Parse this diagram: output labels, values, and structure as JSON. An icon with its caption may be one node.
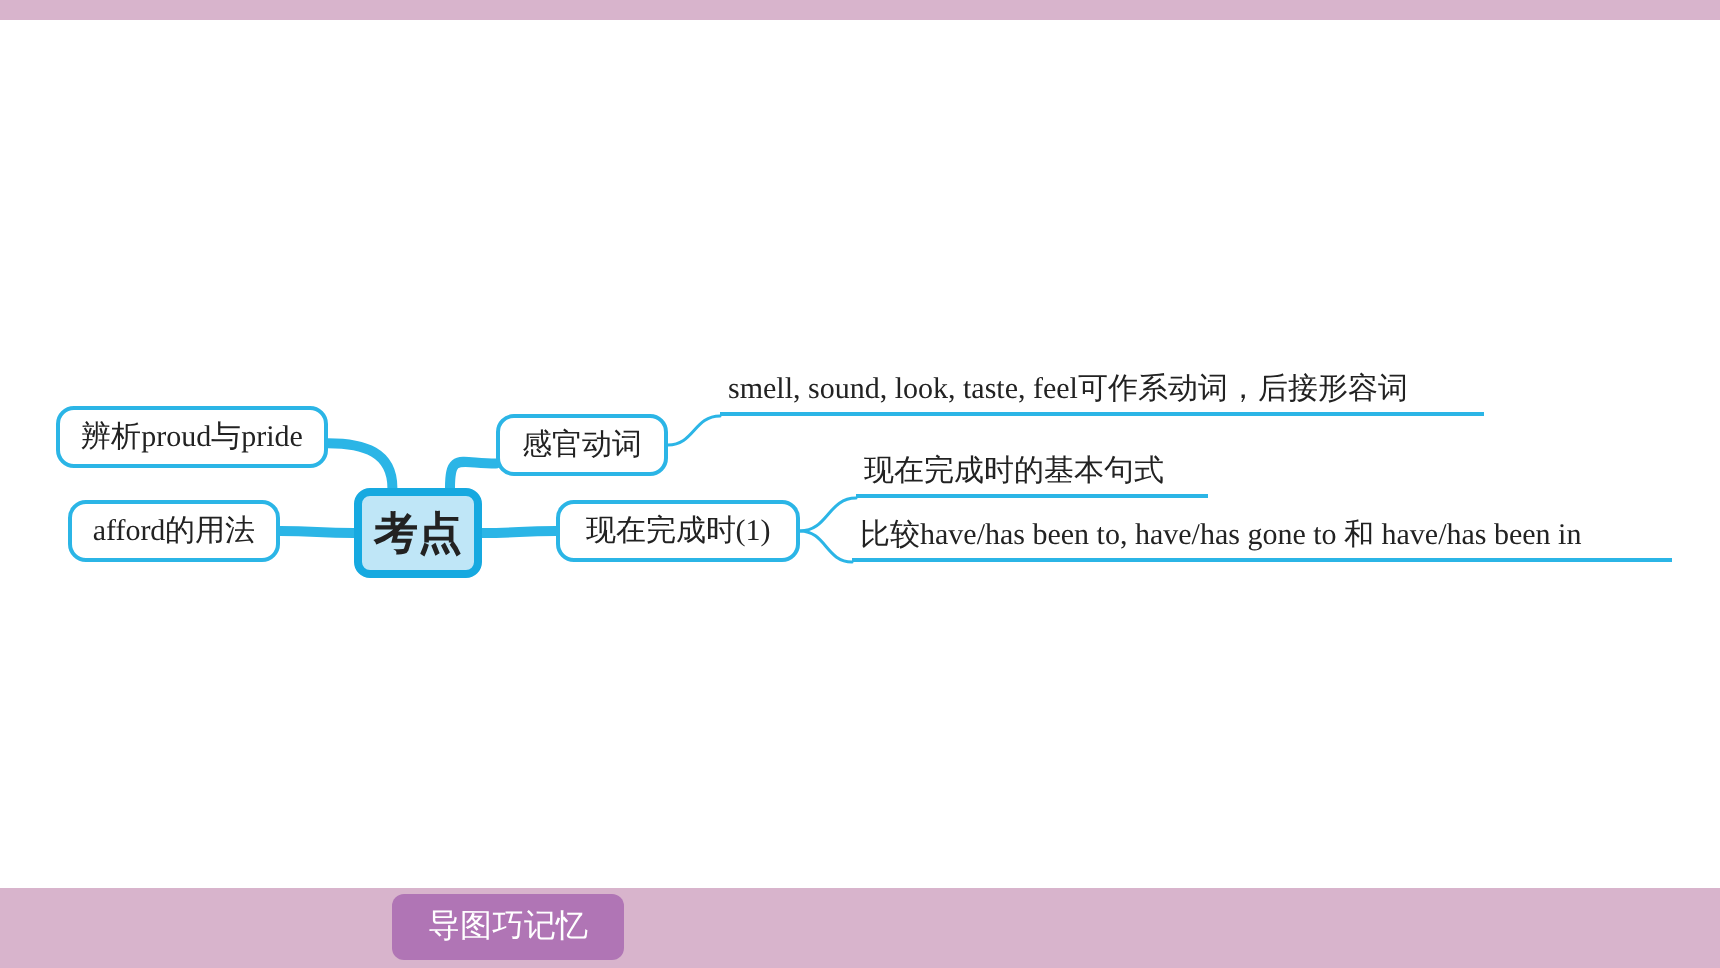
{
  "diagram": {
    "nodes": [
      {
        "text": [
          "考点"
        ]
      },
      {
        "text": [
          "辨析proud与pride"
        ]
      },
      {
        "text": [
          "afford的用法"
        ]
      },
      {
        "text": [
          "感官动词"
        ]
      },
      {
        "text": [
          "现在完成时(1)"
        ]
      },
      {
        "text": [
          "smell, sound, look, taste, feel可作系动词，后接形容词"
        ]
      },
      {
        "text": [
          "现在完成时的基本句式"
        ]
      },
      {
        "text": [
          "比较have/has been to, have/has gone to 和 have/has been in"
        ]
      }
    ],
    "edges": [
      {
        "from": 0,
        "to": 1,
        "arrow": "none"
      },
      {
        "from": 0,
        "to": 2,
        "arrow": "none"
      },
      {
        "from": 0,
        "to": 3,
        "arrow": "none"
      },
      {
        "from": 0,
        "to": 4,
        "arrow": "none"
      },
      {
        "from": 3,
        "to": 5,
        "arrow": "none"
      },
      {
        "from": 4,
        "to": 6,
        "arrow": "none"
      },
      {
        "from": 4,
        "to": 7,
        "arrow": "none"
      }
    ],
    "labels": [
      "导图巧记忆"
    ]
  }
}
